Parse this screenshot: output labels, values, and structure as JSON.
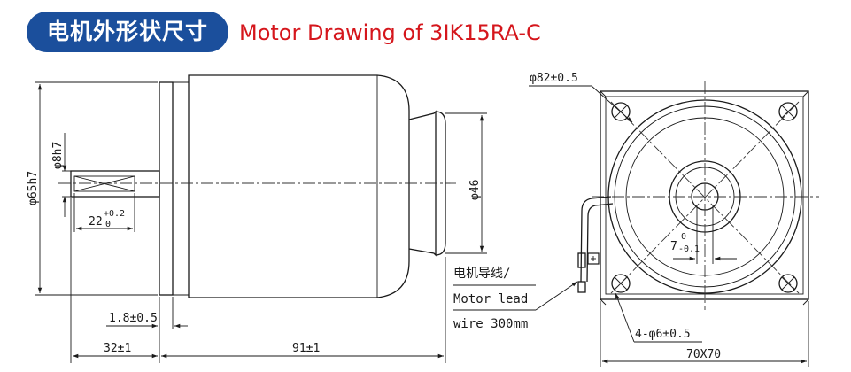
{
  "header": {
    "badge_text": "电机外形状尺寸",
    "title": "Motor Drawing of 3IK15RA-C",
    "badge_color": "#1b4f9c",
    "title_color": "#d5161c"
  },
  "side_view": {
    "dim_body_diameter": "φ65h7",
    "dim_shaft_diameter": "φ8h7",
    "dim_keyway_length": "22",
    "dim_keyway_tol_upper": "+0.2",
    "dim_keyway_tol_lower": "0",
    "dim_flange_diameter": "φ46",
    "dim_flange_thickness": "1.8±0.5",
    "dim_shaft_length": "32±1",
    "dim_body_length": "91±1"
  },
  "lead_note": {
    "line1": "电机导线/",
    "line2": "Motor lead",
    "line3": "wire 300mm"
  },
  "front_view": {
    "dim_pcd": "φ82±0.5",
    "dim_flat": "7",
    "dim_flat_tol_upper": "0",
    "dim_flat_tol_lower": "-0.1",
    "dim_holes": "4-φ6±0.5",
    "dim_square": "70X70"
  }
}
